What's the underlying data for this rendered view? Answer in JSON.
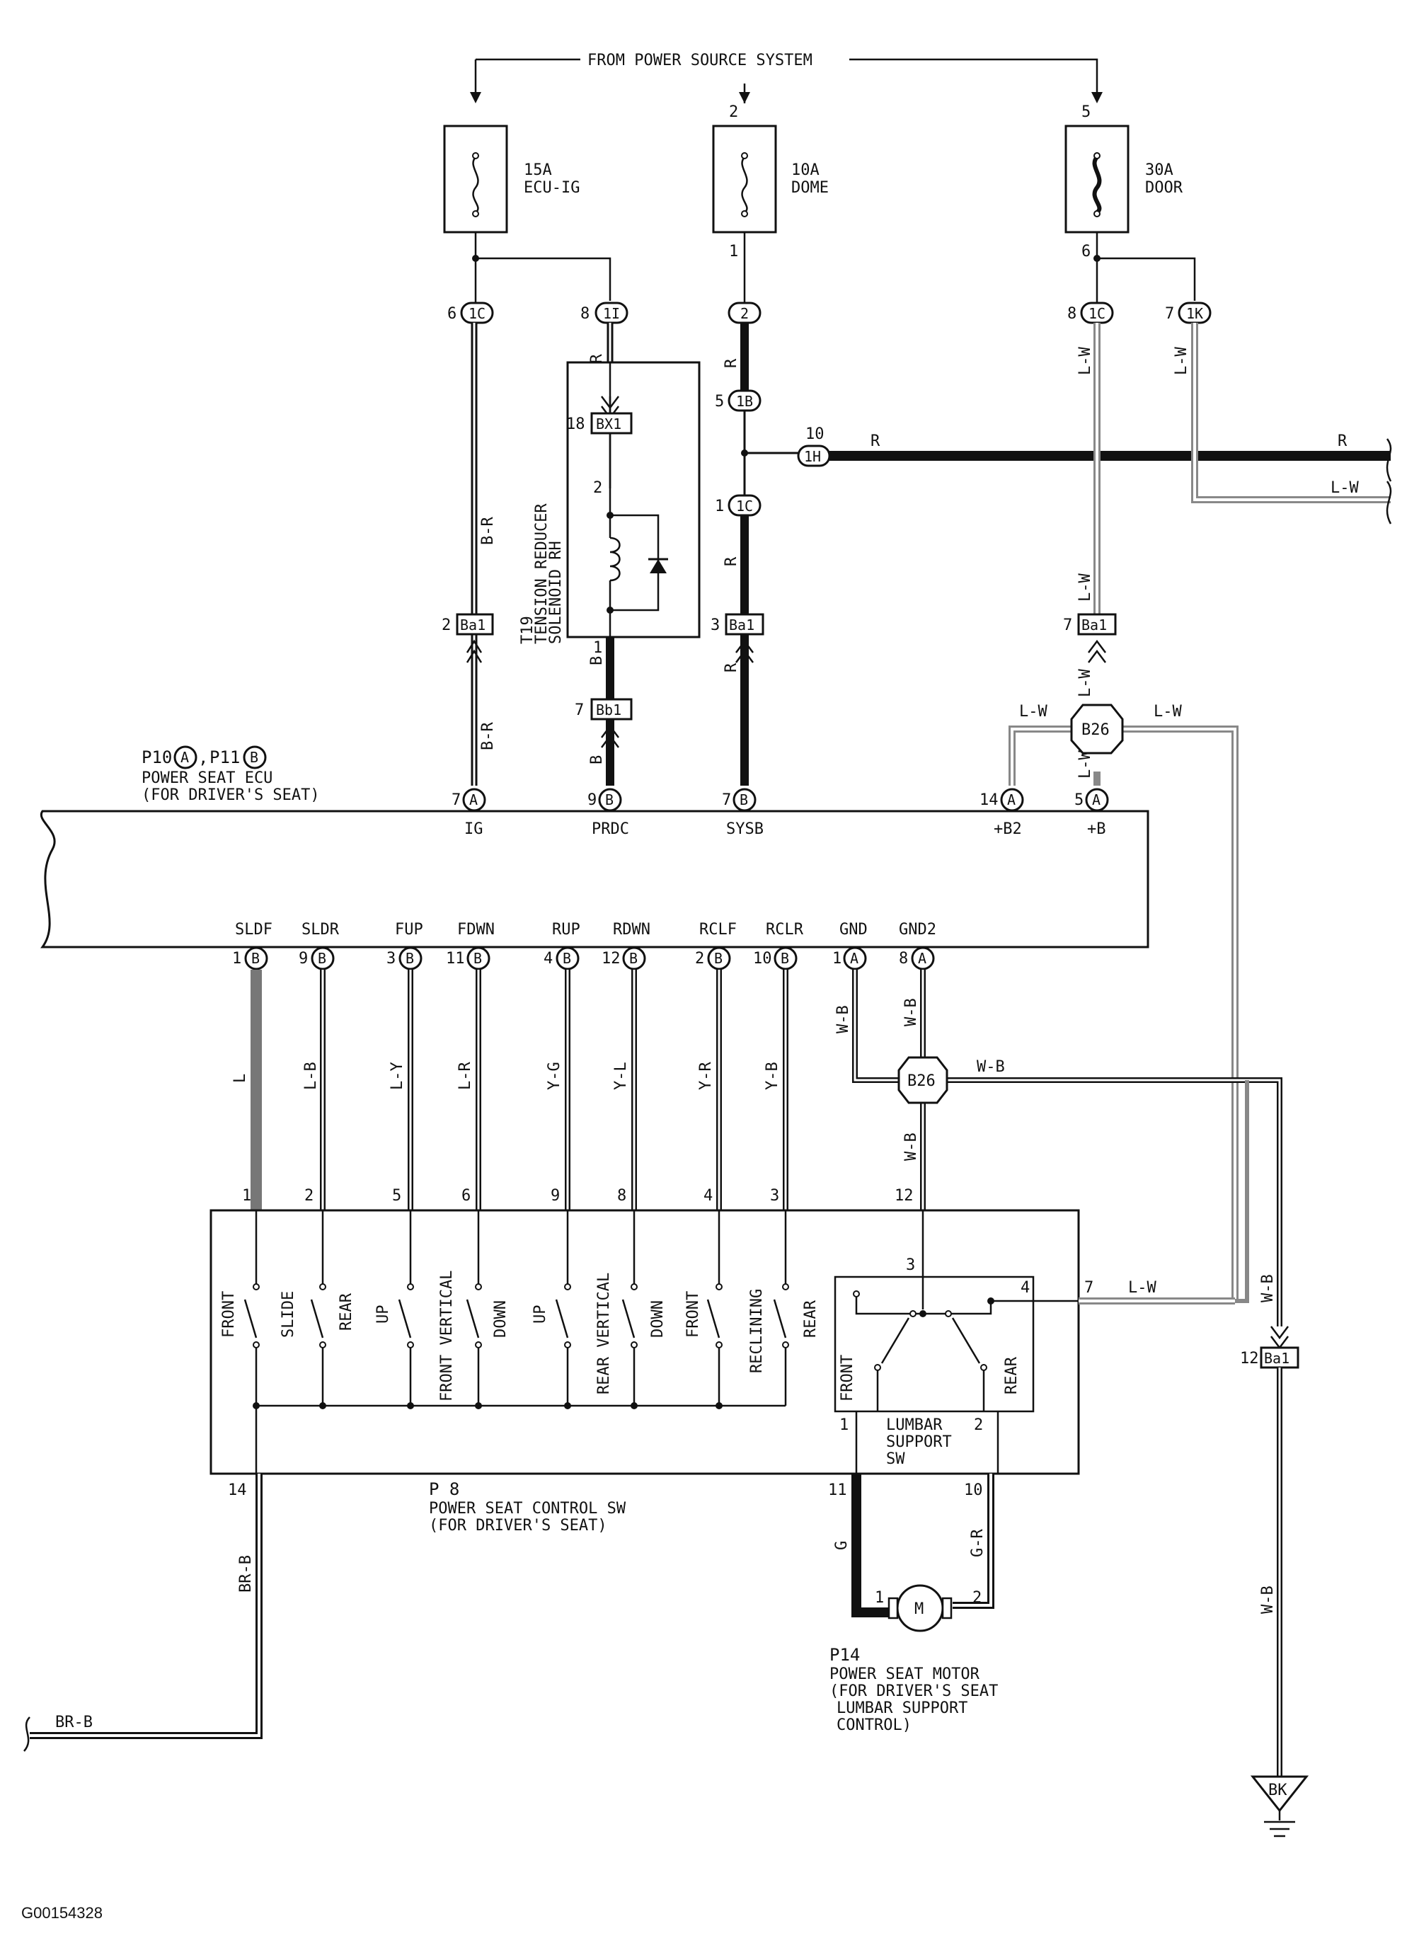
{
  "header": {
    "power_source": "FROM POWER SOURCE SYSTEM"
  },
  "fuses": [
    {
      "pin_in": "",
      "pin_out": "",
      "label1": "15A",
      "label2": "ECU-IG"
    },
    {
      "pin_in": "2",
      "pin_out": "1",
      "label1": "10A",
      "label2": "DOME"
    },
    {
      "pin_in": "5",
      "pin_out": "6",
      "label1": "30A",
      "label2": "DOOR"
    }
  ],
  "connectors_top": [
    {
      "pin": "6",
      "name": "1C"
    },
    {
      "pin": "8",
      "name": "1I"
    },
    {
      "pin": "",
      "name": "2"
    },
    {
      "pin": "5",
      "name": "1B"
    },
    {
      "pin": "10",
      "name": "1H"
    },
    {
      "pin": "1",
      "name": "1C"
    },
    {
      "pin": "8",
      "name": "1C"
    },
    {
      "pin": "7",
      "name": "1K"
    }
  ],
  "junctions": [
    {
      "pin": "2",
      "name": "Ba1"
    },
    {
      "pin": "18",
      "name": "BX1"
    },
    {
      "pin": "7",
      "name": "Bb1"
    },
    {
      "pin": "3",
      "name": "Ba1"
    },
    {
      "pin": "7",
      "name": "Ba1"
    },
    {
      "pin": "12",
      "name": "Ba1"
    }
  ],
  "splices": [
    {
      "name": "B26"
    },
    {
      "name": "B26"
    }
  ],
  "solenoid": {
    "id": "T19",
    "line1": "TENSION REDUCER",
    "line2": "SOLENOID RH",
    "pin_top": "2",
    "pin_bottom": "1"
  },
  "ecu": {
    "title_p10": "P10",
    "title_a": "A",
    "title_sep": ",",
    "title_p11": "P11",
    "title_b": "B",
    "line1": "POWER SEAT ECU",
    "line2": "(FOR DRIVER'S SEAT)",
    "top_terminals": [
      {
        "pin": "7",
        "conn": "A",
        "name": "IG"
      },
      {
        "pin": "9",
        "conn": "B",
        "name": "PRDC"
      },
      {
        "pin": "7",
        "conn": "B",
        "name": "SYSB"
      },
      {
        "pin": "14",
        "conn": "A",
        "name": "+B2"
      },
      {
        "pin": "5",
        "conn": "A",
        "name": "+B"
      }
    ],
    "bottom_terminals": [
      {
        "pin": "1",
        "conn": "B",
        "name": "SLDF"
      },
      {
        "pin": "9",
        "conn": "B",
        "name": "SLDR"
      },
      {
        "pin": "3",
        "conn": "B",
        "name": "FUP"
      },
      {
        "pin": "11",
        "conn": "B",
        "name": "FDWN"
      },
      {
        "pin": "4",
        "conn": "B",
        "name": "RUP"
      },
      {
        "pin": "12",
        "conn": "B",
        "name": "RDWN"
      },
      {
        "pin": "2",
        "conn": "B",
        "name": "RCLF"
      },
      {
        "pin": "10",
        "conn": "B",
        "name": "RCLR"
      },
      {
        "pin": "1",
        "conn": "A",
        "name": "GND"
      },
      {
        "pin": "8",
        "conn": "A",
        "name": "GND2"
      }
    ]
  },
  "wires": {
    "br": "B-R",
    "r": "R",
    "b": "B",
    "lw": "L-W",
    "wb": "W-B",
    "l": "L",
    "lb": "L-B",
    "ly": "L-Y",
    "lr": "L-R",
    "yg": "Y-G",
    "yl": "Y-L",
    "yr": "Y-R",
    "yb": "Y-B",
    "brb": "BR-B",
    "g": "G",
    "gr": "G-R"
  },
  "switch": {
    "id": "P 8",
    "line1": "POWER SEAT CONTROL SW",
    "line2": "(FOR DRIVER'S SEAT)",
    "pins_top": [
      "1",
      "2",
      "5",
      "6",
      "9",
      "8",
      "4",
      "3",
      "12"
    ],
    "pin_14": "14",
    "pin_11": "11",
    "pin_10": "10",
    "pin_7": "7",
    "labels": {
      "front": "FRONT",
      "slide": "SLIDE",
      "rear": "REAR",
      "up": "UP",
      "front_vertical": "FRONT VERTICAL",
      "down": "DOWN",
      "rear_vertical": "REAR VERTICAL",
      "reclining": "RECLINING"
    },
    "lumbar": {
      "pin3": "3",
      "pin4": "4",
      "pin1": "1",
      "pin2": "2",
      "front": "FRONT",
      "rear": "REAR",
      "line1": "LUMBAR",
      "line2": "SUPPORT",
      "line3": "SW"
    }
  },
  "motor": {
    "id": "P14",
    "symbol": "M",
    "pin1": "1",
    "pin2": "2",
    "line1": "POWER SEAT MOTOR",
    "line2": "(FOR DRIVER'S SEAT",
    "line3": "LUMBAR SUPPORT",
    "line4": "CONTROL)"
  },
  "ground": {
    "name": "BK"
  },
  "footer": {
    "image_id": "G00154328"
  }
}
